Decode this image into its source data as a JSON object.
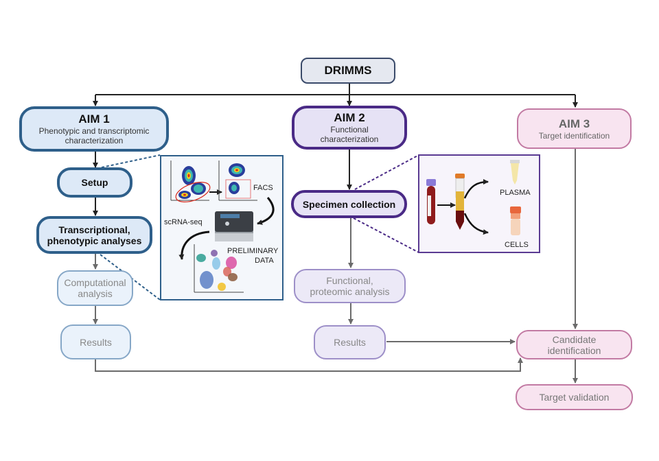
{
  "root": {
    "label": "DRIMMS"
  },
  "aim1": {
    "title": "AIM 1",
    "subtitle_line1": "Phenotypic and transcriptomic",
    "subtitle_line2": "characterization",
    "steps": {
      "setup": "Setup",
      "analyses_line1": "Transcriptional,",
      "analyses_line2": "phenotypic analyses",
      "computational_line1": "Computational",
      "computational_line2": "analysis",
      "results": "Results"
    },
    "panel": {
      "facs_label": "FACS",
      "scrna_label": "scRNA-seq",
      "preliminary_line1": "PRELIMINARY",
      "preliminary_line2": "DATA"
    }
  },
  "aim2": {
    "title": "AIM 2",
    "subtitle_line1": "Functional",
    "subtitle_line2": "characterization",
    "steps": {
      "specimen": "Specimen collection",
      "functional_line1": "Functional,",
      "functional_line2": "proteomic analysis",
      "results": "Results"
    },
    "panel": {
      "plasma_label": "PLASMA",
      "cells_label": "CELLS"
    }
  },
  "aim3": {
    "title": "AIM 3",
    "subtitle": "Target identification",
    "steps": {
      "candidate_line1": "Candidate",
      "candidate_line2": "identification",
      "validation": "Target validation"
    }
  },
  "colors": {
    "aim1_border": "#2e5f8a",
    "aim1_fill": "#dde9f7",
    "aim2_border": "#4a2a86",
    "aim2_fill": "#e6e2f5",
    "aim3_border": "#c27aa3",
    "aim3_fill": "#f8e4f0",
    "connector_dark": "#222222",
    "connector_gray": "#6b6b6b"
  }
}
